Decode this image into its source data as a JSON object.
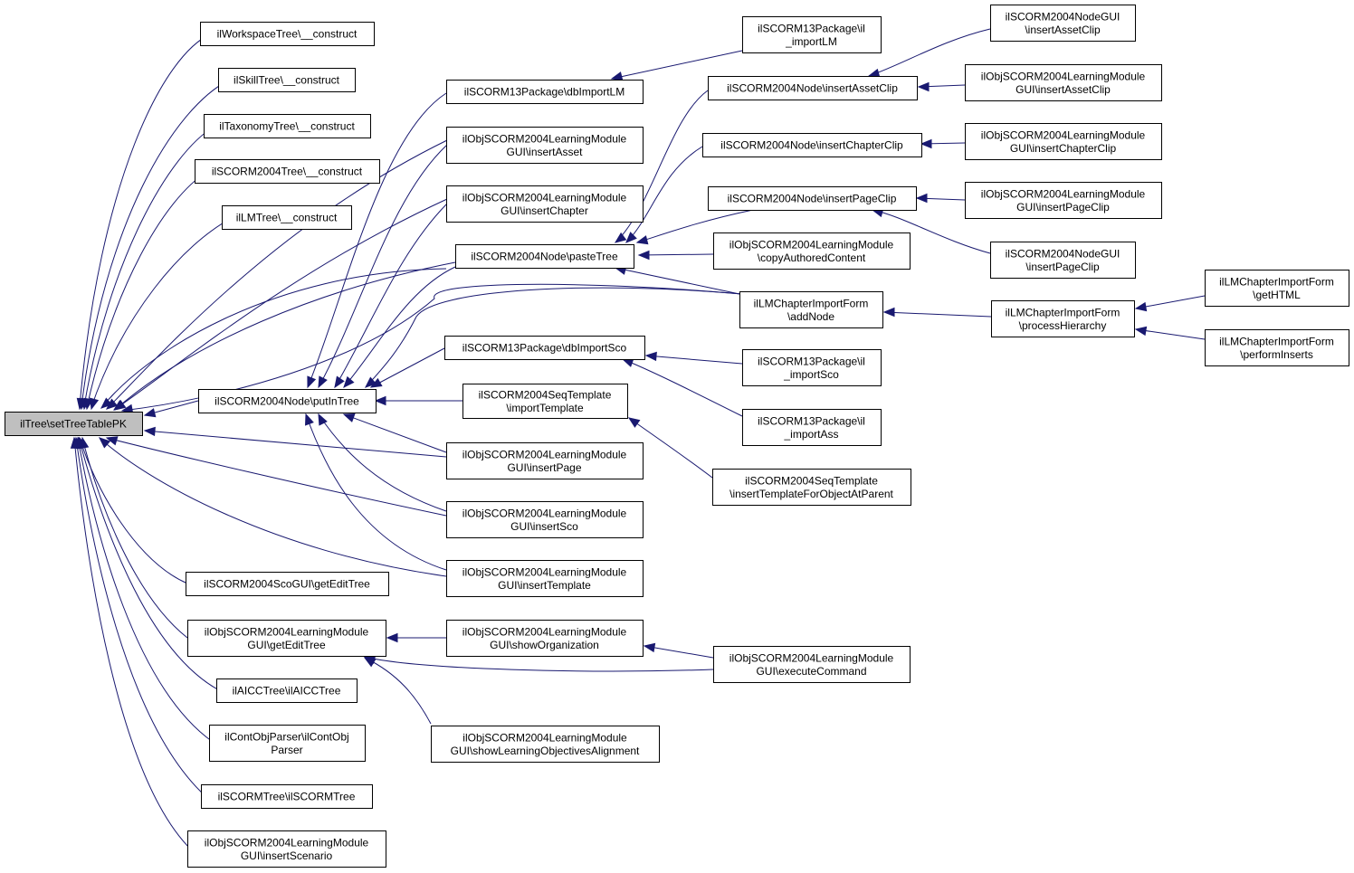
{
  "graph": {
    "colors": {
      "edge": "#191970",
      "node_border": "#000000",
      "root_fill": "#bfbfbf",
      "node_fill": "#ffffff"
    },
    "nodes": {
      "root": [
        "ilTree\\setTreeTablePK"
      ],
      "wsTree": [
        "ilWorkspaceTree\\__construct"
      ],
      "skillTree": [
        "ilSkillTree\\__construct"
      ],
      "taxTree": [
        "ilTaxonomyTree\\__construct"
      ],
      "scTree": [
        "ilSCORM2004Tree\\__construct"
      ],
      "lmTree": [
        "ilLMTree\\__construct"
      ],
      "putInTree": [
        "ilSCORM2004Node\\putInTree"
      ],
      "scoEdit": [
        "ilSCORM2004ScoGUI\\getEditTree"
      ],
      "lmEdit": [
        "ilObjSCORM2004LearningModule",
        "GUI\\getEditTree"
      ],
      "aicc": [
        "ilAICCTree\\ilAICCTree"
      ],
      "contObj": [
        "ilContObjParser\\ilContObj",
        "Parser"
      ],
      "scormTree": [
        "ilSCORMTree\\ilSCORMTree"
      ],
      "insScenario": [
        "ilObjSCORM2004LearningModule",
        "GUI\\insertScenario"
      ],
      "dbImportLM": [
        "ilSCORM13Package\\dbImportLM"
      ],
      "insAsset": [
        "ilObjSCORM2004LearningModule",
        "GUI\\insertAsset"
      ],
      "insChapter": [
        "ilObjSCORM2004LearningModule",
        "GUI\\insertChapter"
      ],
      "pasteTree": [
        "ilSCORM2004Node\\pasteTree"
      ],
      "dbImportSco": [
        "ilSCORM13Package\\dbImportSco"
      ],
      "seqImport": [
        "ilSCORM2004SeqTemplate",
        "\\importTemplate"
      ],
      "insPage": [
        "ilObjSCORM2004LearningModule",
        "GUI\\insertPage"
      ],
      "insSco": [
        "ilObjSCORM2004LearningModule",
        "GUI\\insertSco"
      ],
      "insTemplate": [
        "ilObjSCORM2004LearningModule",
        "GUI\\insertTemplate"
      ],
      "showOrg": [
        "ilObjSCORM2004LearningModule",
        "GUI\\showOrganization"
      ],
      "showLO": [
        "ilObjSCORM2004LearningModule",
        "GUI\\showLearningObjectivesAlignment"
      ],
      "ilImportLM": [
        "ilSCORM13Package\\il",
        "_importLM"
      ],
      "nodeAssetClip": [
        "ilSCORM2004Node\\insertAssetClip"
      ],
      "nodeChapterClip": [
        "ilSCORM2004Node\\insertChapterClip"
      ],
      "nodePageClip": [
        "ilSCORM2004Node\\insertPageClip"
      ],
      "copyAuth": [
        "ilObjSCORM2004LearningModule",
        "\\copyAuthoredContent"
      ],
      "addNode": [
        "ilLMChapterImportForm",
        "\\addNode"
      ],
      "ilImportSco": [
        "ilSCORM13Package\\il",
        "_importSco"
      ],
      "ilImportAss": [
        "ilSCORM13Package\\il",
        "_importAss"
      ],
      "insTplParent": [
        "ilSCORM2004SeqTemplate",
        "\\insertTemplateForObjectAtParent"
      ],
      "execCmd": [
        "ilObjSCORM2004LearningModule",
        "GUI\\executeCommand"
      ],
      "nguiAsset": [
        "ilSCORM2004NodeGUI",
        "\\insertAssetClip"
      ],
      "lmguiAsset": [
        "ilObjSCORM2004LearningModule",
        "GUI\\insertAssetClip"
      ],
      "lmguiChapter": [
        "ilObjSCORM2004LearningModule",
        "GUI\\insertChapterClip"
      ],
      "lmguiPage": [
        "ilObjSCORM2004LearningModule",
        "GUI\\insertPageClip"
      ],
      "nguiPage": [
        "ilSCORM2004NodeGUI",
        "\\insertPageClip"
      ],
      "procHier": [
        "ilLMChapterImportForm",
        "\\processHierarchy"
      ],
      "getHTML": [
        "ilLMChapterImportForm",
        "\\getHTML"
      ],
      "perfIns": [
        "ilLMChapterImportForm",
        "\\performInserts"
      ]
    }
  }
}
